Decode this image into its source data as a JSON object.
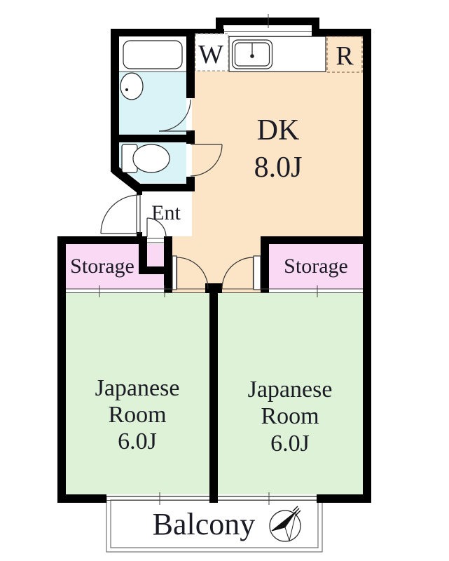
{
  "plan": {
    "title": "2DK apartment floor plan",
    "labels": {
      "dk_line1": "DK",
      "dk_line2": "8.0J",
      "jp_left_line1": "Japanese",
      "jp_left_line2": "Room",
      "jp_left_line3": "6.0J",
      "jp_right_line1": "Japanese",
      "jp_right_line2": "Room",
      "jp_right_line3": "6.0J",
      "storage_left": "Storage",
      "storage_right": "Storage",
      "entrance": "Ent",
      "balcony": "Balcony",
      "washing_machine": "W",
      "refrigerator": "R"
    },
    "colors": {
      "dining_kitchen": "#fce5c6",
      "bathroom": "#d9f3f6",
      "storage": "#f9d9f4",
      "japanese_room": "#ddf2d7",
      "wall": "#000000",
      "text": "#1b1b26",
      "fixture_line": "#222222",
      "thin_line": "#555555",
      "door_line": "#333333",
      "washer_dash": "#999999",
      "fridge_dash": "#8a6a50",
      "white": "#ffffff"
    }
  }
}
